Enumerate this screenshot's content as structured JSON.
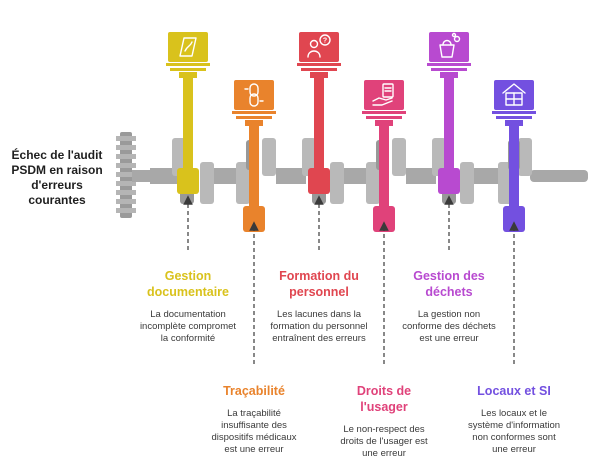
{
  "main_title": "Échec de l'audit PSDM en raison d'erreurs courantes",
  "causes": [
    {
      "title": "Gestion documentaire",
      "desc": "La documentation incomplète compromet la conformité",
      "color": "#d9c21c",
      "icon": "document-icon"
    },
    {
      "title": "Traçabilité",
      "desc": "La traçabilité insuffisante des dispositifs médicaux est une erreur",
      "color": "#e9832c",
      "icon": "chain-link-icon"
    },
    {
      "title": "Formation du personnel",
      "desc": "Les lacunes dans la formation du personnel entraînent des erreurs",
      "color": "#e04650",
      "icon": "person-question-icon"
    },
    {
      "title": "Droits de l'usager",
      "desc": "Le non-respect des droits de l'usager est une erreur",
      "color": "#e0427a",
      "icon": "hand-document-icon"
    },
    {
      "title": "Gestion des déchets",
      "desc": "La gestion non conforme des déchets est une erreur",
      "color": "#b84ad0",
      "icon": "waste-bag-icon"
    },
    {
      "title": "Locaux et SI",
      "desc": "Les locaux et le système d'information non conformes sont une erreur",
      "color": "#7350e0",
      "icon": "building-network-icon"
    }
  ]
}
